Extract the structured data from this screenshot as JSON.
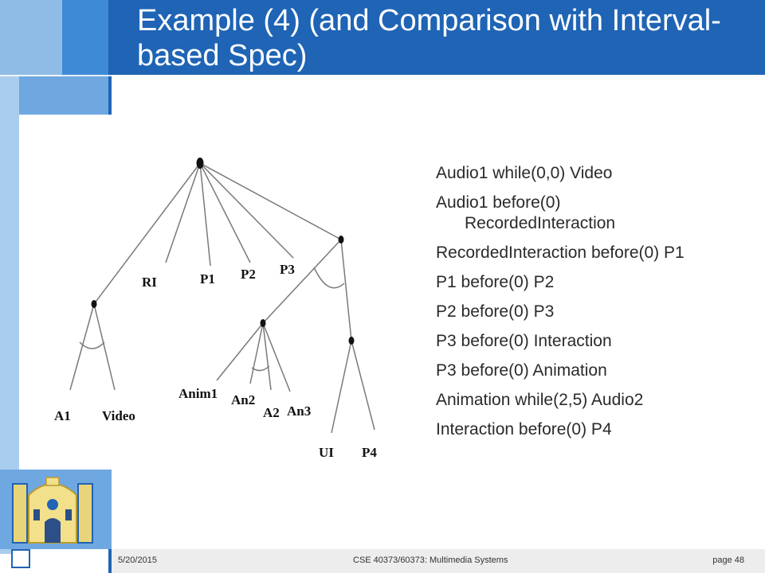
{
  "slide": {
    "title": "Example (4) (and Comparison with Interval-based Spec)"
  },
  "diagram": {
    "labels": {
      "ri": "RI",
      "p1": "P1",
      "p2": "P2",
      "p3": "P3",
      "a1": "A1",
      "video": "Video",
      "anim1": "Anim1",
      "an2": "An2",
      "a2": "A2",
      "an3": "An3",
      "ui": "UI",
      "p4": "P4"
    }
  },
  "relations": [
    "Audio1 while(0,0) Video",
    "Audio1 before(0)",
    "RecordedInteraction",
    "RecordedInteraction before(0) P1",
    "P1 before(0) P2",
    "P2 before(0) P3",
    "P3 before(0) Interaction",
    "P3 before(0) Animation",
    "Animation while(2,5) Audio2",
    "Interaction before(0) P4"
  ],
  "footer": {
    "date": "5/20/2015",
    "course": "CSE 40373/60373: Multimedia Systems",
    "page": "page 48"
  },
  "colors": {
    "brand_blue": "#1f64b5",
    "light_blue": "#8fbce6",
    "text": "#2a2a2a"
  },
  "icons": {
    "logo": "university-building-logo"
  }
}
